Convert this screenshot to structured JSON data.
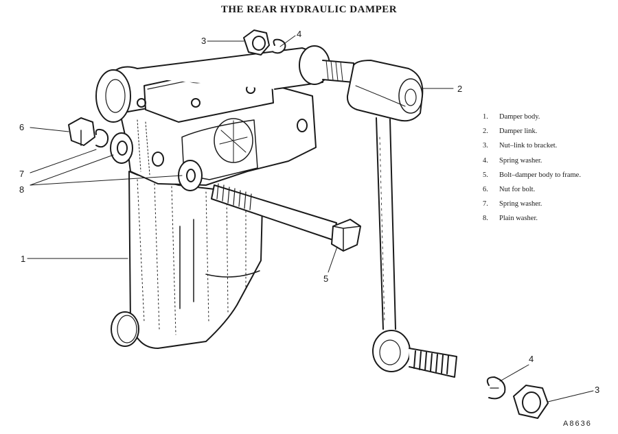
{
  "title": "THE REAR HYDRAULIC DAMPER",
  "legend": [
    {
      "num": "1.",
      "text": "Damper body."
    },
    {
      "num": "2.",
      "text": "Damper link."
    },
    {
      "num": "3.",
      "text": "Nut–link to bracket."
    },
    {
      "num": "4.",
      "text": "Spring washer."
    },
    {
      "num": "5.",
      "text": "Bolt–damper body to frame."
    },
    {
      "num": "6.",
      "text": "Nut for bolt."
    },
    {
      "num": "7.",
      "text": "Spring washer."
    },
    {
      "num": "8.",
      "text": "Plain washer."
    }
  ],
  "callouts": {
    "c1": "1",
    "c2": "2",
    "c3_top": "3",
    "c4_top": "4",
    "c5": "5",
    "c6": "6",
    "c7": "7",
    "c8": "8",
    "c4_bottom": "4",
    "c3_bottom": "3"
  },
  "reference": "A8636"
}
